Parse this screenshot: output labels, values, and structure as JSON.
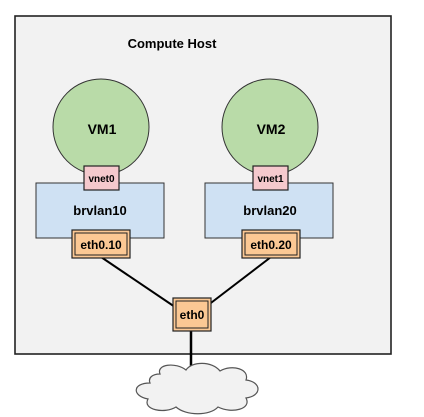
{
  "host": {
    "title": "Compute Host"
  },
  "vms": [
    {
      "name": "VM1",
      "vnet": "vnet0",
      "bridge": "brvlan10",
      "iface": "eth0.10"
    },
    {
      "name": "VM2",
      "vnet": "vnet1",
      "bridge": "brvlan20",
      "iface": "eth0.20"
    }
  ],
  "physical": {
    "iface": "eth0"
  },
  "colors": {
    "host_bg": "#f2f2f2",
    "vm_fill": "#b9dba8",
    "vnet_fill": "#f5c9cd",
    "bridge_fill": "#cfe1f3",
    "iface_fill": "#fbc894",
    "cloud_fill": "#f2f2f2",
    "stroke": "#000000"
  }
}
